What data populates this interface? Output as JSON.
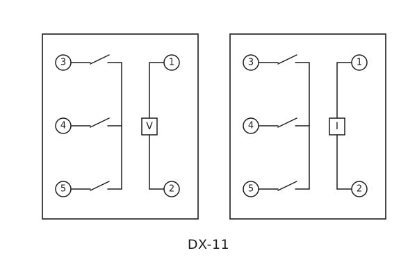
{
  "caption": "DX-11",
  "colors": {
    "line": "#1c1c1c",
    "bg": "#ffffff"
  },
  "panels": [
    {
      "meter_label": "V",
      "left_contacts": [
        {
          "label": "3"
        },
        {
          "label": "4"
        },
        {
          "label": "5"
        }
      ],
      "right_terminals": [
        {
          "label": "1"
        },
        {
          "label": "2"
        }
      ]
    },
    {
      "meter_label": "I",
      "left_contacts": [
        {
          "label": "3"
        },
        {
          "label": "4"
        },
        {
          "label": "5"
        }
      ],
      "right_terminals": [
        {
          "label": "1"
        },
        {
          "label": "2"
        }
      ]
    }
  ]
}
